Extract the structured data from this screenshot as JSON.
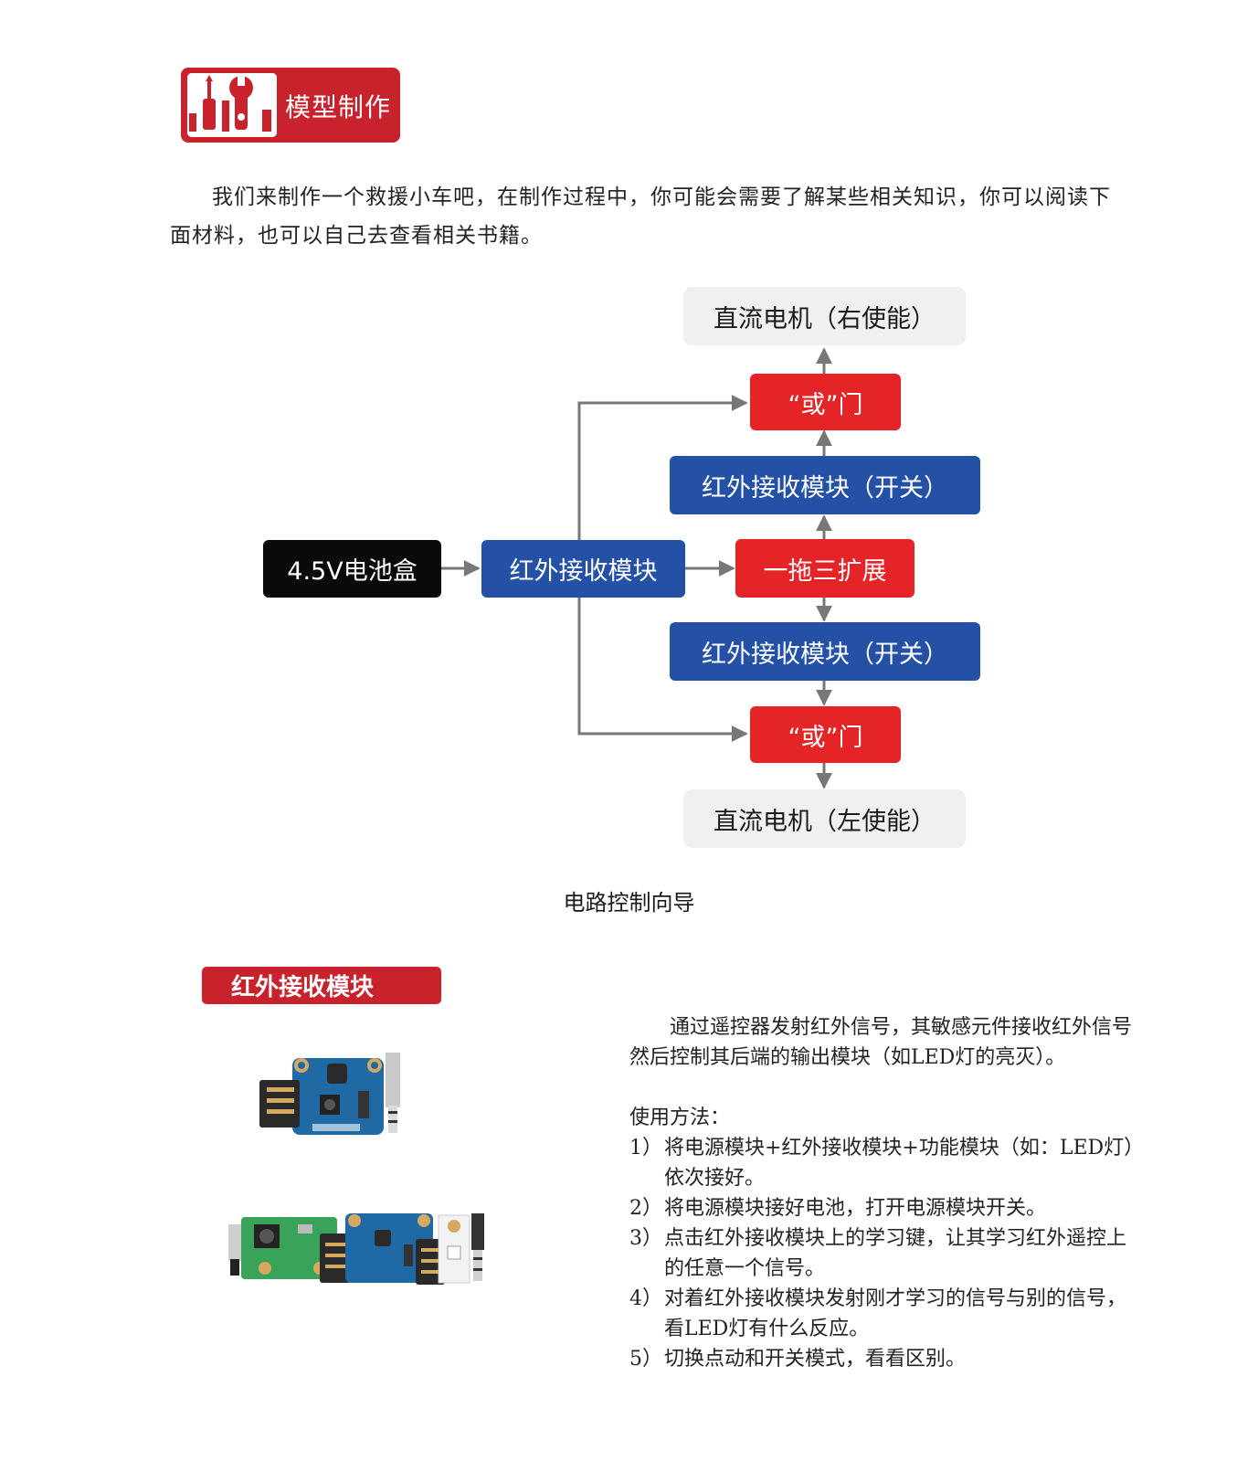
{
  "header": {
    "title": "模型制作",
    "icon": "tools-icon"
  },
  "intro": {
    "text": "我们来制作一个救援小车吧，在制作过程中，你可能会需要了解某些相关知识，你可以阅读下面材料，也可以自己去查看相关书籍。"
  },
  "diagram": {
    "nodes": {
      "motor_right": "直流电机（右使能）",
      "or_gate_top": "“或”门",
      "ir_switch_top": "红外接收模块（开关）",
      "battery": "4.5V电池盒",
      "ir_receiver": "红外接收模块",
      "splitter": "一拖三扩展",
      "ir_switch_bottom": "红外接收模块（开关）",
      "or_gate_bottom": "“或”门",
      "motor_left": "直流电机（左使能）"
    },
    "colors": {
      "red": "#e42427",
      "blue": "#2451a6",
      "black": "#0a0a0a",
      "gray": "#f0f0f0",
      "arrow": "#777777"
    },
    "caption": "电路控制向导"
  },
  "section": {
    "title": "红外接收模块",
    "images": [
      "ir-receiver-board-image",
      "ir-module-chain-image"
    ],
    "description": "通过遥控器发射红外信号，其敏感元件接收红外信号然后控制其后端的输出模块（如LED灯的亮灭）。",
    "usage_title": "使用方法：",
    "steps": [
      {
        "num": "1）",
        "text": "将电源模块+红外接收模块+功能模块（如：LED灯）依次接好。"
      },
      {
        "num": "2）",
        "text": "将电源模块接好电池，打开电源模块开关。"
      },
      {
        "num": "3）",
        "text": "点击红外接收模块上的学习键，让其学习红外遥控上的任意一个信号。"
      },
      {
        "num": "4）",
        "text": "对着红外接收模块发射刚才学习的信号与别的信号，看LED灯有什么反应。"
      },
      {
        "num": "5）",
        "text": "切换点动和开关模式，看看区别。"
      }
    ]
  }
}
